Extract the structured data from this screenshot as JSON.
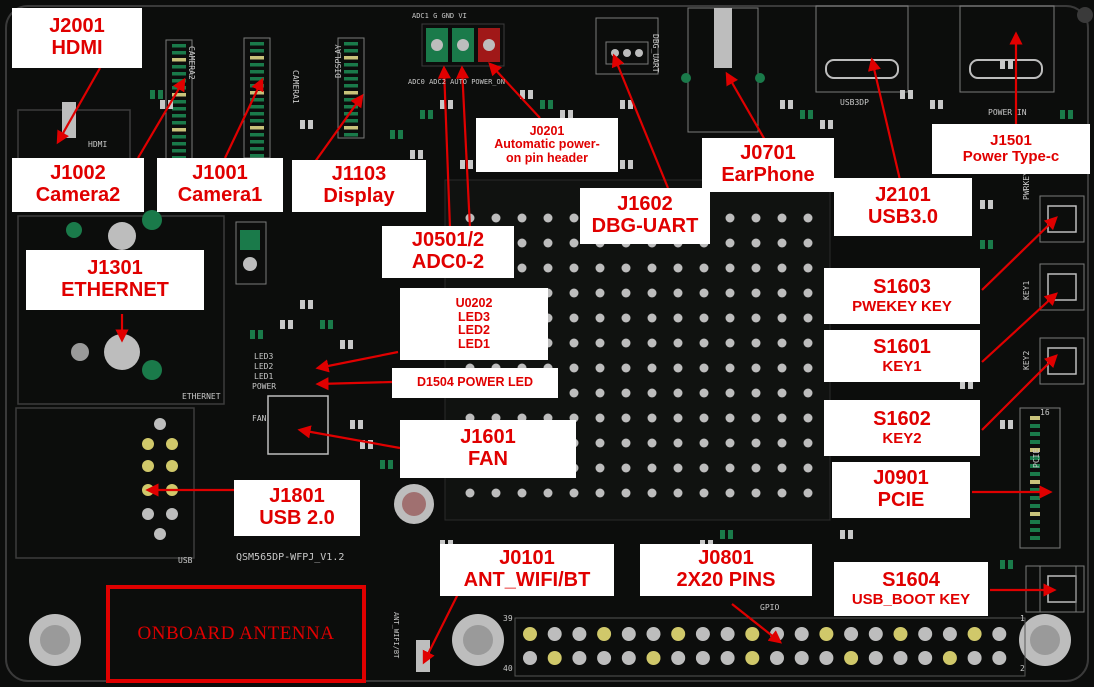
{
  "colors": {
    "board": "#0c0d0c",
    "label_text": "#e00000",
    "label_bg": "#ffffff",
    "arrow": "#e00000",
    "pad_green": "#1a7a4a",
    "pad_gold": "#c8c27a"
  },
  "labels": {
    "j2001": [
      "J2001",
      "HDMI"
    ],
    "j1002": [
      "J1002",
      "Camera2"
    ],
    "j1001": [
      "J1001",
      "Camera1"
    ],
    "j1103": [
      "J1103",
      "Display"
    ],
    "j0501": [
      "J0501/2",
      "ADC0-2"
    ],
    "j0201": [
      "J0201",
      "Automatic power-",
      "on pin header"
    ],
    "j1602": [
      "J1602",
      "DBG-UART"
    ],
    "j0701": [
      "J0701",
      "EarPhone"
    ],
    "j2101": [
      "J2101",
      "USB3.0"
    ],
    "j1501": [
      "J1501",
      "Power Type-c"
    ],
    "j1301": [
      "J1301",
      "ETHERNET"
    ],
    "u0202": [
      "U0202",
      "LED3",
      "LED2",
      "LED1"
    ],
    "d1504": [
      "D1504 POWER LED"
    ],
    "j1601": [
      "J1601",
      "FAN"
    ],
    "j1801": [
      "J1801",
      "USB 2.0"
    ],
    "s1603": [
      "S1603",
      "PWEKEY KEY"
    ],
    "s1601": [
      "S1601",
      "KEY1"
    ],
    "s1602": [
      "S1602",
      "KEY2"
    ],
    "j0901": [
      "J0901",
      "PCIE"
    ],
    "s1604": [
      "S1604",
      "USB_BOOT KEY"
    ],
    "j0101": [
      "J0101",
      "ANT_WIFI/BT"
    ],
    "j0801": [
      "J0801",
      "2X20 PINS"
    ]
  },
  "antenna_label": "ONBOARD ANTENNA",
  "silkscreen": {
    "hdmi": "HDMI",
    "camera2": "CAMERA2",
    "camera1": "CAMERA1",
    "display": "DISPLAY",
    "adc_top": "ADC1 G GND VI",
    "adc_bottom": "ADC0 ADC2 AUTO POWER_ON",
    "dbg_uart": "DBG_UART",
    "usb3dp": "USB3DP",
    "power_in": "POWER IN",
    "pwrkey": "PWRKEY",
    "key1": "KEY1",
    "key2": "KEY2",
    "pcie": "PCIE",
    "ethernet": "ETHERNET",
    "led_text": [
      "LED3",
      "LED2",
      "LED1",
      "POWER"
    ],
    "fan": "FAN",
    "usb": "USB",
    "board_id": "QSM565DP-WFPJ_V1.2",
    "gpio": "GPIO",
    "ant": "ANT_WIFI/BT",
    "pin39": "39",
    "pin40": "40",
    "pin1": "1",
    "pin2": "2",
    "pin16": "16"
  }
}
